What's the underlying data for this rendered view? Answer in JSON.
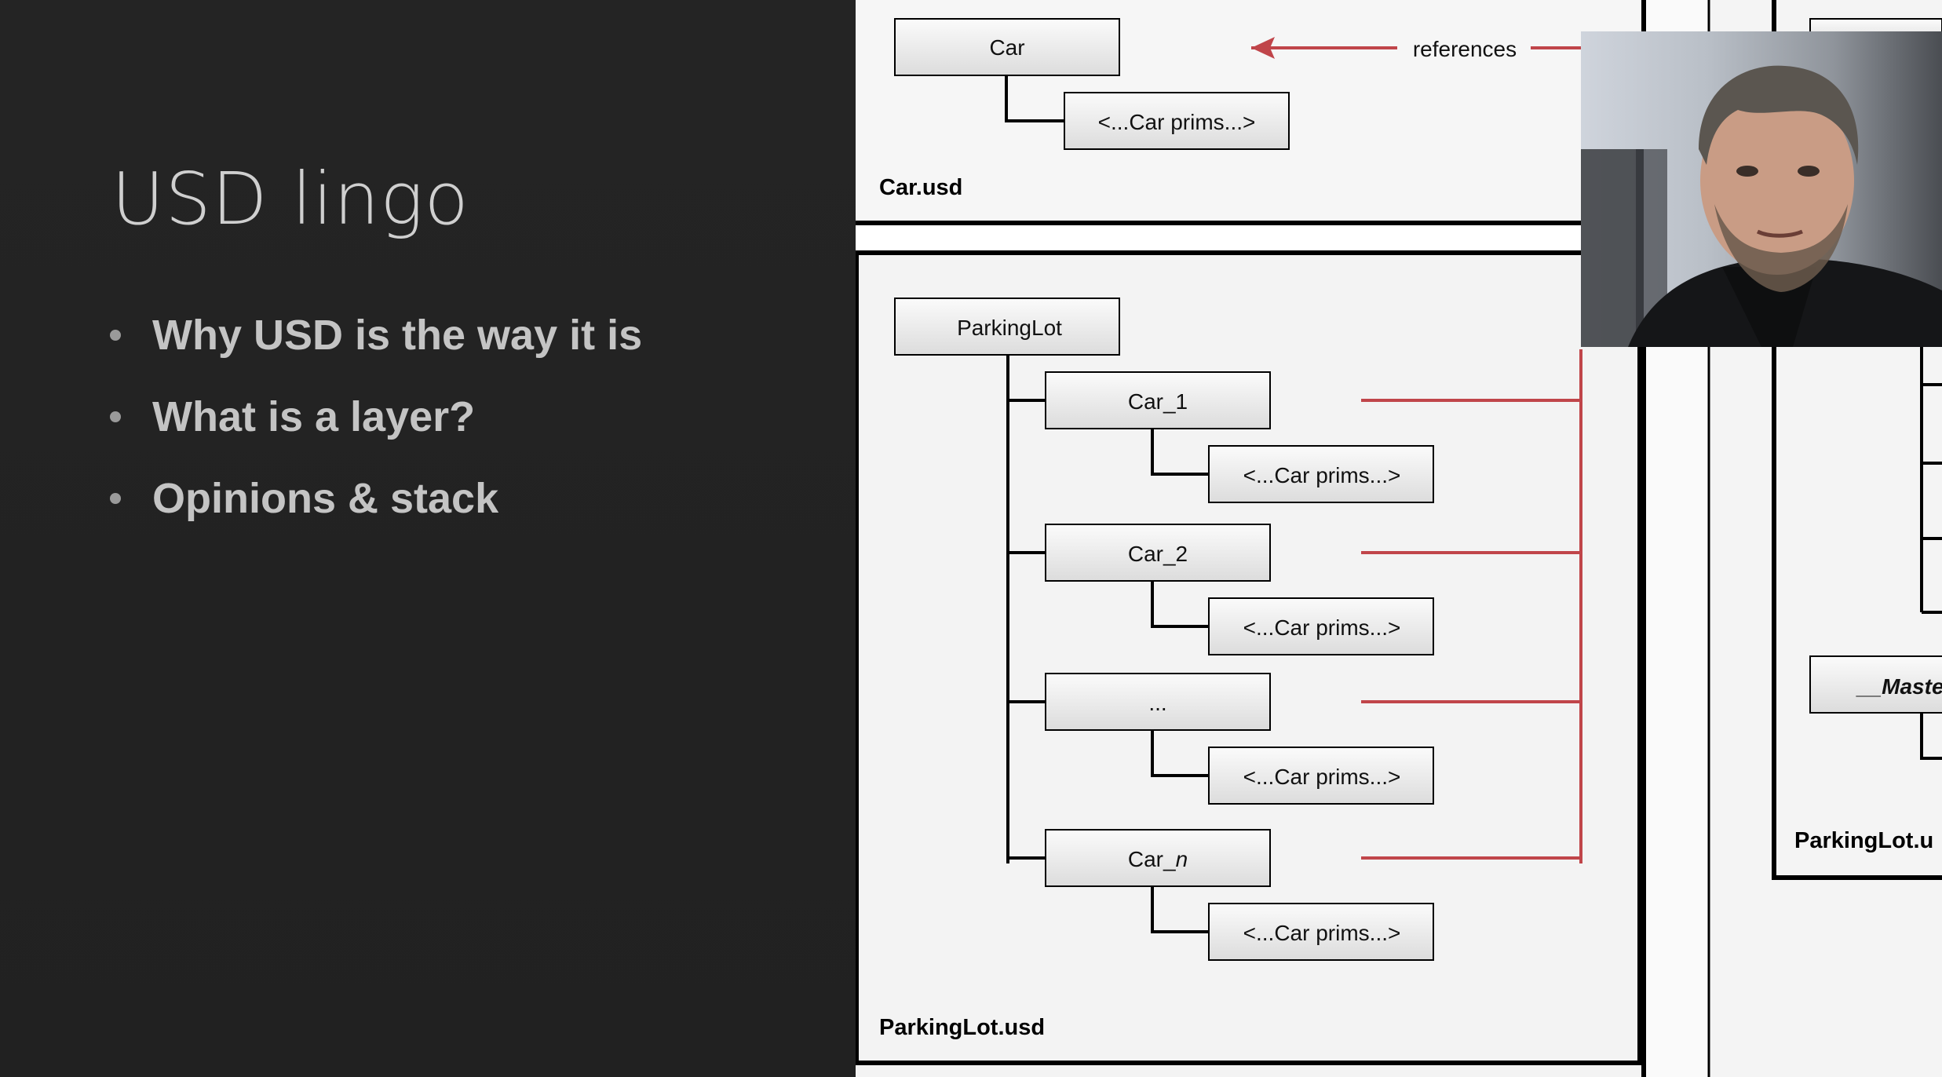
{
  "slide": {
    "title": "USD lingo",
    "bullets": [
      "Why USD is the way it is",
      "What is a layer?",
      "Opinions & stack"
    ]
  },
  "diagram": {
    "car_layer": {
      "root_prim": "Car",
      "child_prims": "<...Car prims...>",
      "references_label": "references",
      "file_label": "Car.usd"
    },
    "parkinglot_layer": {
      "root_prim": "ParkingLot",
      "cars": [
        {
          "name_main": "Car_1",
          "name_italic": "",
          "prims": "<...Car prims...>"
        },
        {
          "name_main": "Car_2",
          "name_italic": "",
          "prims": "<...Car prims...>"
        },
        {
          "name_main": "...",
          "name_italic": "",
          "prims": "<...Car prims...>"
        },
        {
          "name_main": "Car_",
          "name_italic": "n",
          "prims": "<...Car prims...>"
        }
      ],
      "file_label": "ParkingLot.usd"
    },
    "right_layer": {
      "master_prim": "__Maste",
      "file_label": "ParkingLot.u"
    }
  },
  "colors": {
    "reference_arrow": "#c0454a",
    "slide_background": "#232323",
    "diagram_background": "#f3f3f3"
  },
  "icons": [
    "reference-arrow-icon"
  ],
  "webcam": {
    "description_name": "presenter-webcam"
  }
}
